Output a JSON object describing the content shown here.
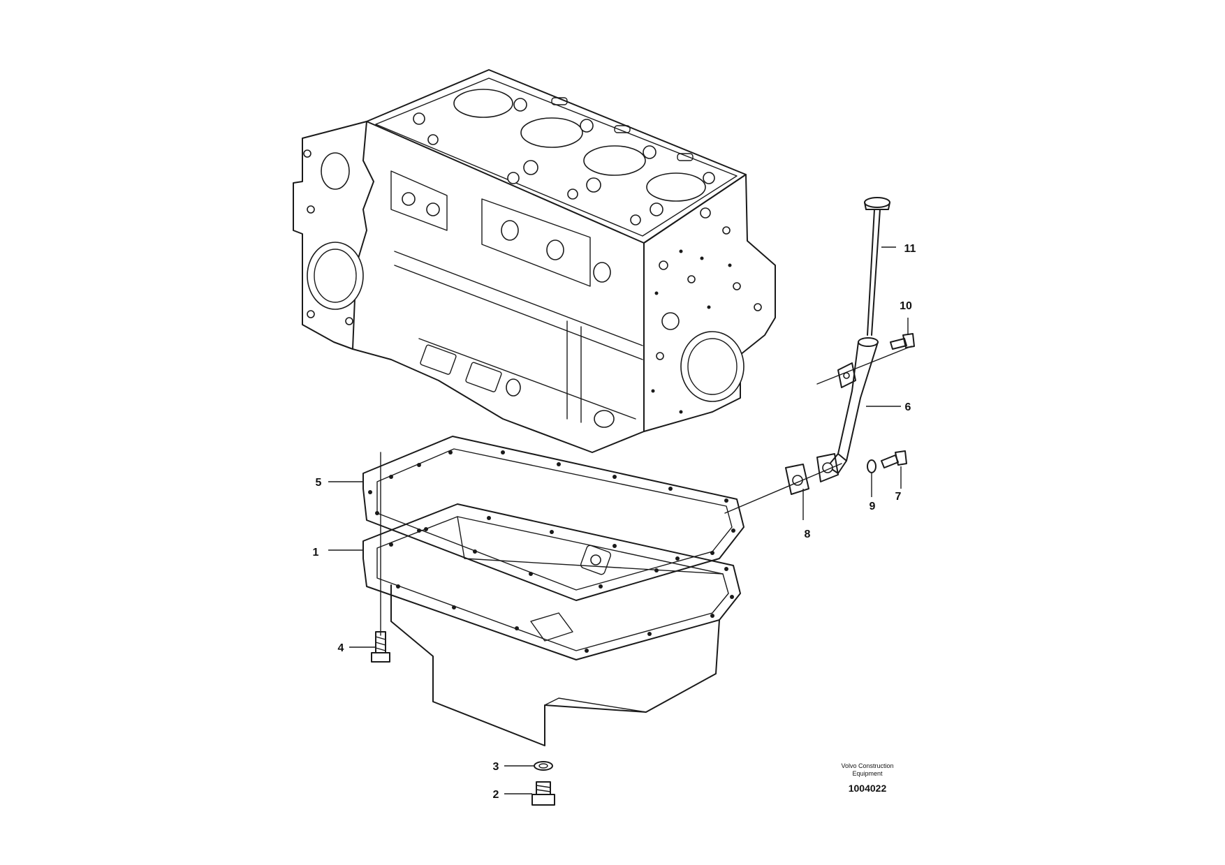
{
  "callouts": [
    {
      "id": "1",
      "label": "1"
    },
    {
      "id": "2",
      "label": "2"
    },
    {
      "id": "3",
      "label": "3"
    },
    {
      "id": "4",
      "label": "4"
    },
    {
      "id": "5",
      "label": "5"
    },
    {
      "id": "6",
      "label": "6"
    },
    {
      "id": "7",
      "label": "7"
    },
    {
      "id": "8",
      "label": "8"
    },
    {
      "id": "9",
      "label": "9"
    },
    {
      "id": "10",
      "label": "10"
    },
    {
      "id": "11",
      "label": "11"
    }
  ],
  "footer": {
    "manufacturer_line1": "Volvo Construction",
    "manufacturer_line2": "Equipment",
    "document_number": "1004022"
  }
}
